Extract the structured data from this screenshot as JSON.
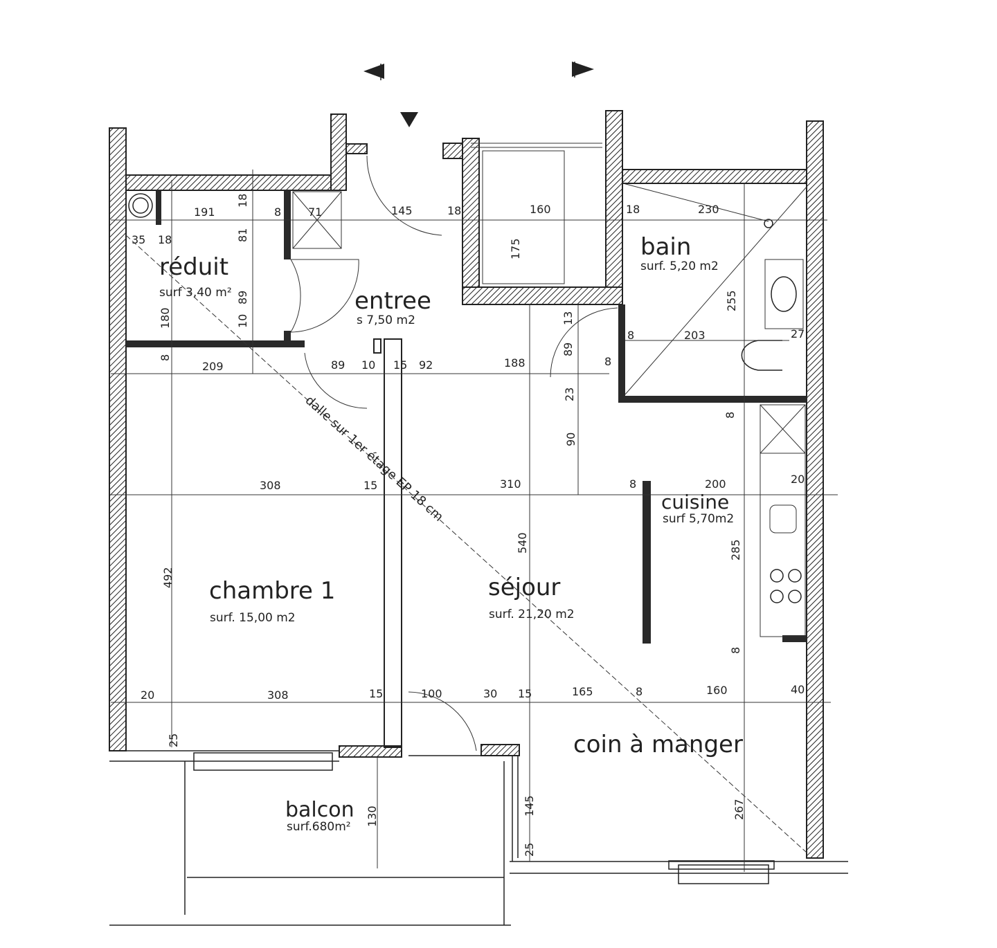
{
  "rooms": {
    "reduit": {
      "name": "réduit",
      "surface": "surf 3,40 m²"
    },
    "entree": {
      "name": "entree",
      "surface": "s 7,50 m2"
    },
    "bain": {
      "name": "bain",
      "surface": "surf. 5,20 m2"
    },
    "cuisine": {
      "name": "cuisine",
      "surface": "surf 5,70m2"
    },
    "chambre": {
      "name": "chambre 1",
      "surface": "surf. 15,00 m2"
    },
    "sejour": {
      "name": "séjour",
      "surface": "surf. 21,20 m2"
    },
    "coin": {
      "name": "coin à manger"
    },
    "balcon": {
      "name": "balcon",
      "surface": "surf.680m²"
    }
  },
  "annotation": "dalle sur 1er étage EP 18 cm",
  "dims": [
    "191",
    "18",
    "8",
    "71",
    "145",
    "18",
    "160",
    "18",
    "230",
    "35",
    "18",
    "81",
    "89",
    "10",
    "180",
    "175",
    "255",
    "13",
    "89",
    "8",
    "203",
    "27",
    "8",
    "23",
    "8",
    "209",
    "89",
    "10",
    "15",
    "92",
    "188",
    "90",
    "8",
    "308",
    "15",
    "310",
    "8",
    "200",
    "20",
    "540",
    "285",
    "492",
    "8",
    "20",
    "308",
    "15",
    "100",
    "30",
    "15",
    "165",
    "8",
    "160",
    "40",
    "25",
    "130",
    "145",
    "267",
    "25"
  ]
}
